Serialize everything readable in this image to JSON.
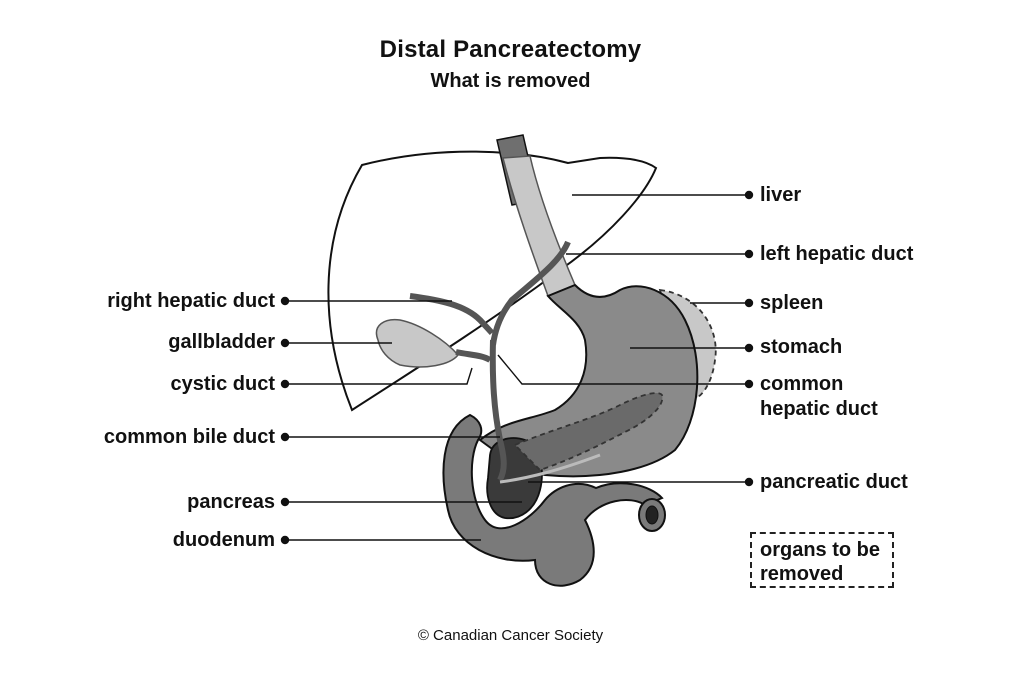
{
  "title": "Distal Pancreatectomy",
  "subtitle": "What is removed",
  "labels": {
    "liver": "liver",
    "left_hepatic_duct": "left hepatic duct",
    "spleen": "spleen",
    "stomach": "stomach",
    "common_hepatic_duct_line1": "common",
    "common_hepatic_duct_line2": "hepatic duct",
    "pancreatic_duct": "pancreatic duct",
    "right_hepatic_duct": "right hepatic duct",
    "gallbladder": "gallbladder",
    "cystic_duct": "cystic duct",
    "common_bile_duct": "common bile duct",
    "pancreas": "pancreas",
    "duodenum": "duodenum"
  },
  "legend": {
    "line1": "organs to be",
    "line2": "removed"
  },
  "copyright": "© Canadian Cancer Society"
}
